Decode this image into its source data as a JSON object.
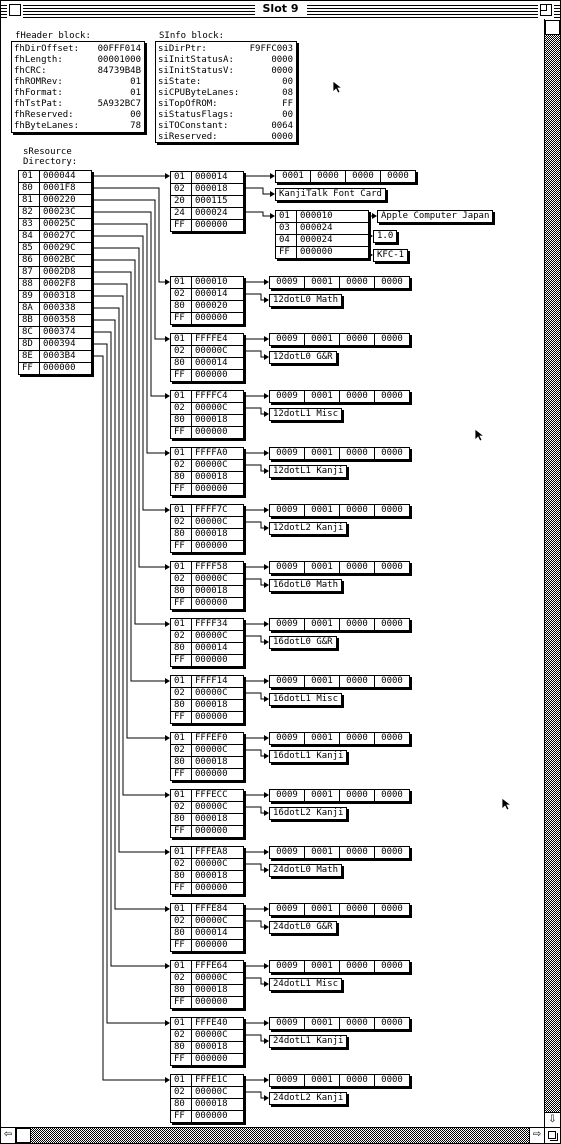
{
  "window": {
    "title": "Slot 9"
  },
  "fheader": {
    "title": "fHeader block:",
    "rows": [
      {
        "k": "fhDirOffset:",
        "v": "00FFF014"
      },
      {
        "k": "fhLength:",
        "v": "00001000"
      },
      {
        "k": "fhCRC:",
        "v": "84739B4B"
      },
      {
        "k": "fhROMRev:",
        "v": "01"
      },
      {
        "k": "fhFormat:",
        "v": "01"
      },
      {
        "k": "fhTstPat:",
        "v": "5A932BC7"
      },
      {
        "k": "fhReserved:",
        "v": "00"
      },
      {
        "k": "fhByteLanes:",
        "v": "78"
      }
    ]
  },
  "sinfo": {
    "title": "SInfo block:",
    "rows": [
      {
        "k": "siDirPtr:",
        "v": "F9FFC003"
      },
      {
        "k": "siInitStatusA:",
        "v": "0000"
      },
      {
        "k": "siInitStatusV:",
        "v": "0000"
      },
      {
        "k": "siState:",
        "v": "00"
      },
      {
        "k": "siCPUByteLanes:",
        "v": "08"
      },
      {
        "k": "siTopOfROM:",
        "v": "FF"
      },
      {
        "k": "siStatusFlags:",
        "v": "00"
      },
      {
        "k": "siTOConstant:",
        "v": "0064"
      },
      {
        "k": "siReserved:",
        "v": "0000"
      }
    ]
  },
  "directory": {
    "title": "sResource\nDirectory:",
    "rows": [
      [
        "01",
        "000044"
      ],
      [
        "80",
        "0001F8"
      ],
      [
        "81",
        "000220"
      ],
      [
        "82",
        "00023C"
      ],
      [
        "83",
        "00025C"
      ],
      [
        "84",
        "00027C"
      ],
      [
        "85",
        "00029C"
      ],
      [
        "86",
        "0002BC"
      ],
      [
        "87",
        "0002D8"
      ],
      [
        "88",
        "0002F8"
      ],
      [
        "89",
        "000318"
      ],
      [
        "8A",
        "000338"
      ],
      [
        "8B",
        "000358"
      ],
      [
        "8C",
        "000374"
      ],
      [
        "8D",
        "000394"
      ],
      [
        "8E",
        "0003B4"
      ],
      [
        "FF",
        "000000"
      ]
    ]
  },
  "board": {
    "rows": [
      [
        "01",
        "000014"
      ],
      [
        "02",
        "000018"
      ],
      [
        "20",
        "000115"
      ],
      [
        "24",
        "000024"
      ],
      [
        "FF",
        "000000"
      ]
    ],
    "type_fields": [
      "0001",
      "0000",
      "0000",
      "0000"
    ],
    "name": "KanjiTalk Font Card",
    "vendor": {
      "rows": [
        [
          "01",
          "000010"
        ],
        [
          "03",
          "000024"
        ],
        [
          "04",
          "000024"
        ],
        [
          "FF",
          "000000"
        ]
      ],
      "items": [
        "Apple Computer Japan",
        "1.0",
        "KFC-1"
      ]
    }
  },
  "resources": [
    {
      "rows": [
        [
          "01",
          "000010"
        ],
        [
          "02",
          "000014"
        ],
        [
          "80",
          "000020"
        ],
        [
          "FF",
          "000000"
        ]
      ],
      "fields": [
        "0009",
        "0001",
        "0000",
        "0000"
      ],
      "name": "12dotL0 Math"
    },
    {
      "rows": [
        [
          "01",
          "FFFFE4"
        ],
        [
          "02",
          "00000C"
        ],
        [
          "80",
          "000014"
        ],
        [
          "FF",
          "000000"
        ]
      ],
      "fields": [
        "0009",
        "0001",
        "0000",
        "0000"
      ],
      "name": "12dotL0 G&R"
    },
    {
      "rows": [
        [
          "01",
          "FFFFC4"
        ],
        [
          "02",
          "00000C"
        ],
        [
          "80",
          "000018"
        ],
        [
          "FF",
          "000000"
        ]
      ],
      "fields": [
        "0009",
        "0001",
        "0000",
        "0000"
      ],
      "name": "12dotL1 Misc"
    },
    {
      "rows": [
        [
          "01",
          "FFFFA0"
        ],
        [
          "02",
          "00000C"
        ],
        [
          "80",
          "000018"
        ],
        [
          "FF",
          "000000"
        ]
      ],
      "fields": [
        "0009",
        "0001",
        "0000",
        "0000"
      ],
      "name": "12dotL1 Kanji"
    },
    {
      "rows": [
        [
          "01",
          "FFFF7C"
        ],
        [
          "02",
          "00000C"
        ],
        [
          "80",
          "000018"
        ],
        [
          "FF",
          "000000"
        ]
      ],
      "fields": [
        "0009",
        "0001",
        "0000",
        "0000"
      ],
      "name": "12dotL2 Kanji"
    },
    {
      "rows": [
        [
          "01",
          "FFFF58"
        ],
        [
          "02",
          "00000C"
        ],
        [
          "80",
          "000018"
        ],
        [
          "FF",
          "000000"
        ]
      ],
      "fields": [
        "0009",
        "0001",
        "0000",
        "0000"
      ],
      "name": "16dotL0 Math"
    },
    {
      "rows": [
        [
          "01",
          "FFFF34"
        ],
        [
          "02",
          "00000C"
        ],
        [
          "80",
          "000014"
        ],
        [
          "FF",
          "000000"
        ]
      ],
      "fields": [
        "0009",
        "0001",
        "0000",
        "0000"
      ],
      "name": "16dotL0 G&R"
    },
    {
      "rows": [
        [
          "01",
          "FFFF14"
        ],
        [
          "02",
          "00000C"
        ],
        [
          "80",
          "000018"
        ],
        [
          "FF",
          "000000"
        ]
      ],
      "fields": [
        "0009",
        "0001",
        "0000",
        "0000"
      ],
      "name": "16dotL1 Misc"
    },
    {
      "rows": [
        [
          "01",
          "FFFEF0"
        ],
        [
          "02",
          "00000C"
        ],
        [
          "80",
          "000018"
        ],
        [
          "FF",
          "000000"
        ]
      ],
      "fields": [
        "0009",
        "0001",
        "0000",
        "0000"
      ],
      "name": "16dotL1 Kanji"
    },
    {
      "rows": [
        [
          "01",
          "FFFECC"
        ],
        [
          "02",
          "00000C"
        ],
        [
          "80",
          "000018"
        ],
        [
          "FF",
          "000000"
        ]
      ],
      "fields": [
        "0009",
        "0001",
        "0000",
        "0000"
      ],
      "name": "16dotL2 Kanji"
    },
    {
      "rows": [
        [
          "01",
          "FFFEA8"
        ],
        [
          "02",
          "00000C"
        ],
        [
          "80",
          "000018"
        ],
        [
          "FF",
          "000000"
        ]
      ],
      "fields": [
        "0009",
        "0001",
        "0000",
        "0000"
      ],
      "name": "24dotL0 Math"
    },
    {
      "rows": [
        [
          "01",
          "FFFE84"
        ],
        [
          "02",
          "00000C"
        ],
        [
          "80",
          "000014"
        ],
        [
          "FF",
          "000000"
        ]
      ],
      "fields": [
        "0009",
        "0001",
        "0000",
        "0000"
      ],
      "name": "24dotL0 G&R"
    },
    {
      "rows": [
        [
          "01",
          "FFFE64"
        ],
        [
          "02",
          "00000C"
        ],
        [
          "80",
          "000018"
        ],
        [
          "FF",
          "000000"
        ]
      ],
      "fields": [
        "0009",
        "0001",
        "0000",
        "0000"
      ],
      "name": "24dotL1 Misc"
    },
    {
      "rows": [
        [
          "01",
          "FFFE40"
        ],
        [
          "02",
          "00000C"
        ],
        [
          "80",
          "000018"
        ],
        [
          "FF",
          "000000"
        ]
      ],
      "fields": [
        "0009",
        "0001",
        "0000",
        "0000"
      ],
      "name": "24dotL1 Kanji"
    },
    {
      "rows": [
        [
          "01",
          "FFFE1C"
        ],
        [
          "02",
          "00000C"
        ],
        [
          "80",
          "000018"
        ],
        [
          "FF",
          "000000"
        ]
      ],
      "fields": [
        "0009",
        "0001",
        "0000",
        "0000"
      ],
      "name": "24dotL2 Kanji"
    }
  ],
  "icons": {
    "close": "close-box-icon",
    "zoom": "zoom-box-icon",
    "cursor": "arrow-cursor-icon",
    "scroll_up": "scroll-up-arrow-icon",
    "scroll_down": "scroll-down-arrow-icon",
    "scroll_left": "scroll-left-arrow-icon",
    "scroll_right": "scroll-right-arrow-icon",
    "grow": "grow-box-icon"
  }
}
